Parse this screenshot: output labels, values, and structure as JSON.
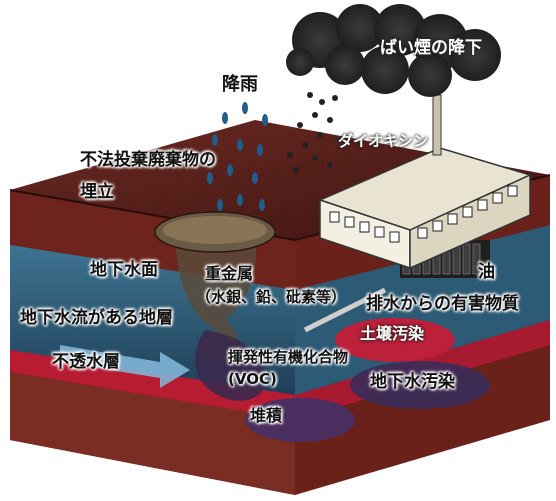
{
  "labels": {
    "rain": "降雨",
    "soot": "ばい煙の降下",
    "dioxin": "ダイオキシン",
    "illegal_dumping_l1": "不法投棄廃棄物の",
    "illegal_dumping_l2": "埋立",
    "groundwater_table": "地下水面",
    "heavy_metals_l1": "重金属",
    "heavy_metals_l2": "（水銀、鉛、砒素等）",
    "oil": "油",
    "wastewater": "排水からの有害物質",
    "soil_contamination": "土壌汚染",
    "aquifer": "地下水流がある地層",
    "impermeable": "不透水層",
    "voc_l1": "揮発性有機化合物",
    "voc_l2": "(VOC)",
    "gw_contamination": "地下水汚染",
    "deposition": "堆積"
  },
  "colors": {
    "surface": "#5a1f1a",
    "soil": "#7a2a22",
    "water": "#2f5f7c",
    "impermeable": "#c21f3a",
    "factory": "#f3efe2",
    "smoke": "#2a2a2a",
    "contamination_blob": "#4a2a5c"
  }
}
